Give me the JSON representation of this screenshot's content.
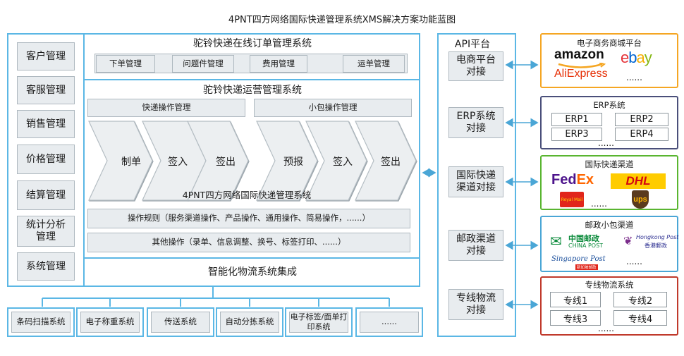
{
  "title": "4PNT四方网络国际快递管理系统XMS解决方案功能蓝图",
  "left_modules": [
    "客户管理",
    "客服管理",
    "销售管理",
    "价格管理",
    "结算管理",
    "统计分析管理",
    "系统管理"
  ],
  "online_order": {
    "title": "驼铃快递在线订单管理系统",
    "items": [
      "下单管理",
      "问题件管理",
      "费用管理",
      "运单管理"
    ]
  },
  "operations": {
    "title": "驼铃快递运营管理系统",
    "express_ops": "快递操作管理",
    "parcel_ops": "小包操作管理",
    "express_flow": [
      "制单",
      "签入",
      "签出"
    ],
    "parcel_flow": [
      "预报",
      "签入",
      "签出"
    ],
    "overlay": "4PNT四方网络国际快递管理系统",
    "rules": "操作规则（服务渠道操作、产品操作、通用操作、简易操作，......）",
    "other": "其他操作（录单、信息调整、换号、标签打印、......）"
  },
  "integration": "智能化物流系统集成",
  "bottom_systems": [
    "条码扫描系统",
    "电子称重系统",
    "传送系统",
    "自动分拣系统",
    "电子标签/面单打印系统",
    "......"
  ],
  "api": {
    "title": "API平台",
    "items": [
      "电商平台对接",
      "ERP系统对接",
      "国际快递渠道对接",
      "邮政渠道对接",
      "专线物流对接"
    ]
  },
  "external": {
    "ecommerce": {
      "title": "电子商务商城平台",
      "logos": [
        "amazon",
        "ebay",
        "AliExpress"
      ],
      "more": "......"
    },
    "erp": {
      "title": "ERP系统",
      "cells": [
        "ERP1",
        "ERP2",
        "ERP3",
        "ERP4"
      ],
      "more": "......"
    },
    "express": {
      "title": "国际快递渠道",
      "logos": [
        "FedEx",
        "DHL",
        "Royal Mail",
        "ups"
      ],
      "more": "......"
    },
    "postal": {
      "title": "邮政小包渠道",
      "logos": [
        "中国邮政",
        "CHINA POST",
        "Hongkong Post",
        "香港郵政",
        "Singapore Post",
        "新加坡邮政"
      ],
      "more": "......"
    },
    "dedicated": {
      "title": "专线物流系统",
      "cells": [
        "专线1",
        "专线2",
        "专线3",
        "专线4"
      ],
      "more": "......"
    }
  },
  "colors": {
    "frame": "#5bb7e5",
    "ecommerce": "#f5a623",
    "erp": "#4a4f7a",
    "express": "#59b530",
    "postal": "#4aa6d6",
    "dedicated": "#c0392b",
    "arrow": "#4aa6d6"
  }
}
